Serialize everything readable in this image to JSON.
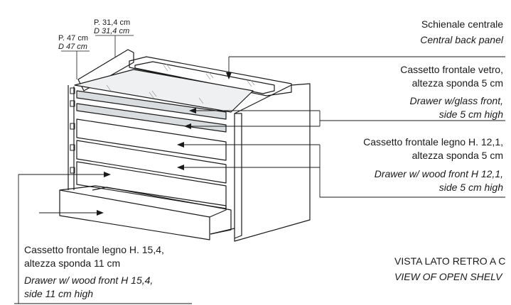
{
  "dimensions": {
    "p1_it": "P. 31,4 cm",
    "p1_en": "D 31,4 cm",
    "p2_it": "P. 47 cm",
    "p2_en": "D 47 cm"
  },
  "callouts": {
    "back_panel": {
      "it": "Schienale centrale",
      "en": "Central back panel"
    },
    "glass_drawer": {
      "it1": "Cassetto frontale vetro,",
      "it2": "altezza sponda 5 cm",
      "en1": "Drawer w/glass front,",
      "en2": "side 5 cm high"
    },
    "wood_drawer_121": {
      "it1": "Cassetto frontale legno H. 12,1,",
      "it2": "altezza sponda 5 cm",
      "en1": "Drawer w/ wood front H 12,1,",
      "en2": "side 5 cm high"
    },
    "wood_drawer_154": {
      "it1": "Cassetto frontale legno H. 15,4,",
      "it2": "altezza sponda 11 cm",
      "en1": "Drawer w/ wood front H 15,4,",
      "en2": "side 11 cm high"
    }
  },
  "view": {
    "it": "VISTA LATO RETRO A C",
    "en": "VIEW OF OPEN SHELV"
  },
  "colors": {
    "line": "#1a1a1a",
    "glass": "#cfd3d6"
  }
}
